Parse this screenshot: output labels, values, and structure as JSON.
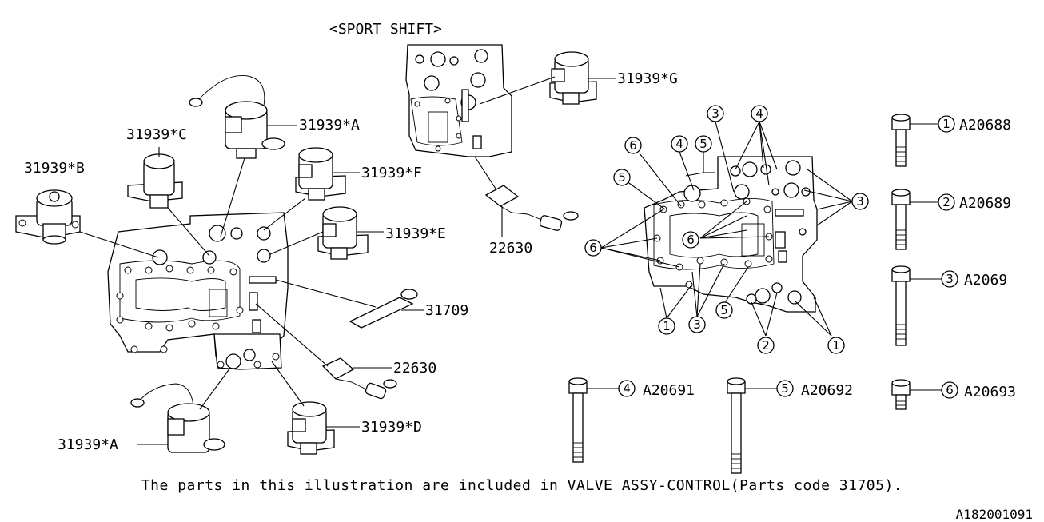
{
  "section_title": "<SPORT SHIFT>",
  "labels": {
    "solenoid_a_upper": "31939*A",
    "solenoid_a_lower": "31939*A",
    "solenoid_b": "31939*B",
    "solenoid_c": "31939*C",
    "solenoid_d": "31939*D",
    "solenoid_e": "31939*E",
    "solenoid_f": "31939*F",
    "solenoid_g": "31939*G",
    "plate": "31709",
    "harness_main": "22630",
    "harness_sport": "22630"
  },
  "callouts": {
    "one": "1",
    "two": "2",
    "three": "3",
    "four": "4",
    "five": "5",
    "six": "6"
  },
  "bolts": [
    {
      "num": "1",
      "part": "A20688"
    },
    {
      "num": "2",
      "part": "A20689"
    },
    {
      "num": "3",
      "part": "A2069"
    },
    {
      "num": "4",
      "part": "A20691"
    },
    {
      "num": "5",
      "part": "A20692"
    },
    {
      "num": "6",
      "part": "A20693"
    }
  ],
  "note": "The parts in this illustration are included in VALVE ASSY-CONTROL(Parts code 31705).",
  "drawing_number": "A182001091"
}
